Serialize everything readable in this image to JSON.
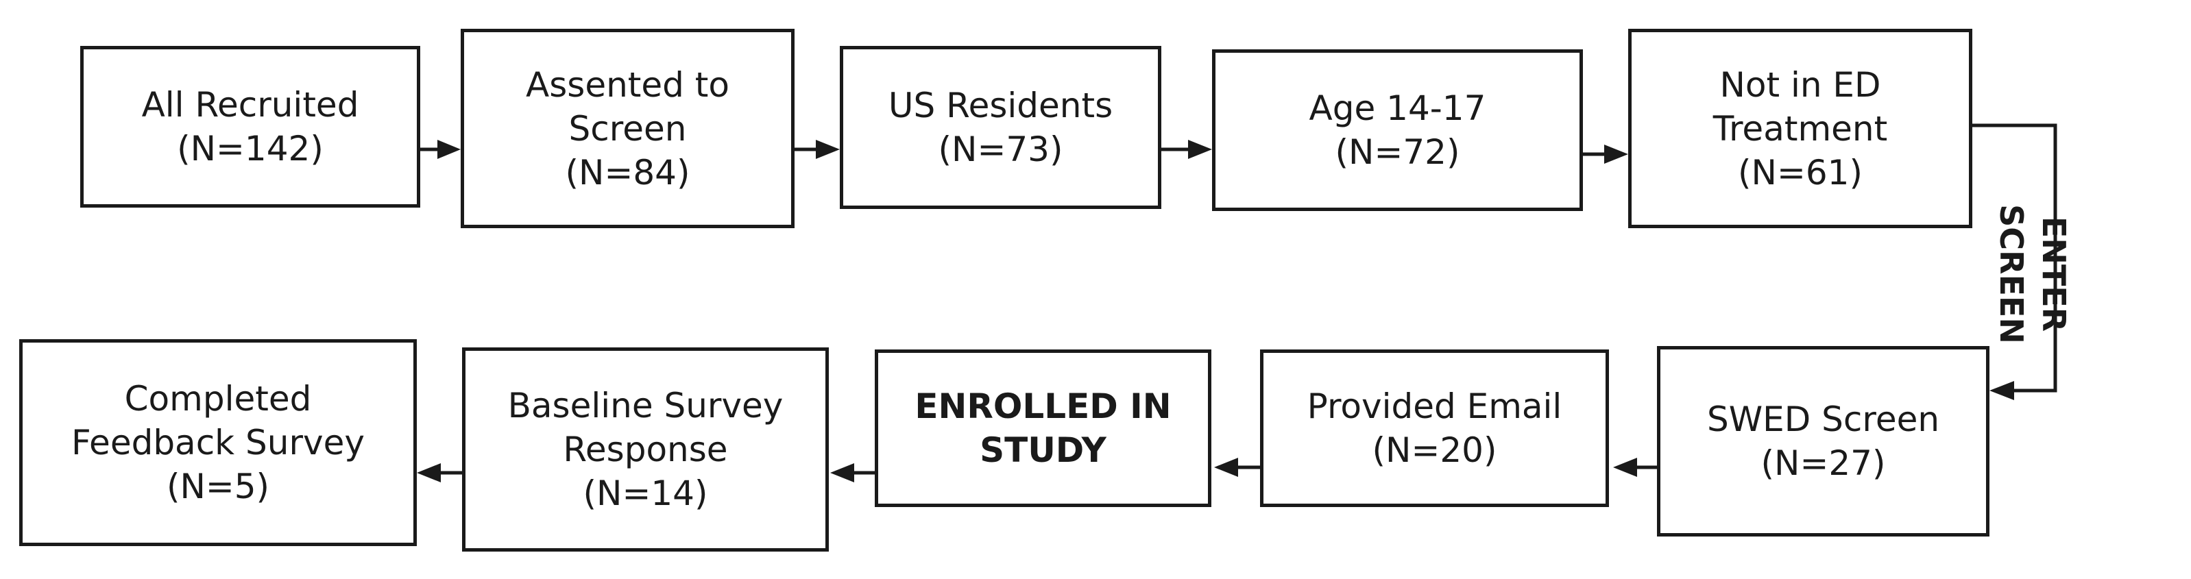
{
  "flow": {
    "top_row": [
      {
        "id": "all-recruited",
        "lines": [
          "All Recruited",
          "(N=142)"
        ]
      },
      {
        "id": "assented-to-screen",
        "lines": [
          "Assented to",
          "Screen",
          "(N=84)"
        ]
      },
      {
        "id": "us-residents",
        "lines": [
          "US Residents",
          "(N=73)"
        ]
      },
      {
        "id": "age-14-17",
        "lines": [
          "Age 14-17",
          "(N=72)"
        ]
      },
      {
        "id": "not-in-ed-treatment",
        "lines": [
          "Not in ED",
          "Treatment",
          "(N=61)"
        ]
      }
    ],
    "connector_label": [
      "ENTER",
      "SCREEN"
    ],
    "bottom_row": [
      {
        "id": "swed-screen",
        "lines": [
          "SWED Screen",
          "(N=27)"
        ]
      },
      {
        "id": "provided-email",
        "lines": [
          "Provided Email",
          "(N=20)"
        ]
      },
      {
        "id": "enrolled-in-study",
        "lines": [
          "ENROLLED IN",
          "STUDY"
        ],
        "emphasis": true
      },
      {
        "id": "baseline-survey-response",
        "lines": [
          "Baseline Survey",
          "Response",
          "(N=14)"
        ]
      },
      {
        "id": "completed-feedback-survey",
        "lines": [
          "Completed",
          "Feedback Survey",
          "(N=5)"
        ]
      }
    ]
  }
}
